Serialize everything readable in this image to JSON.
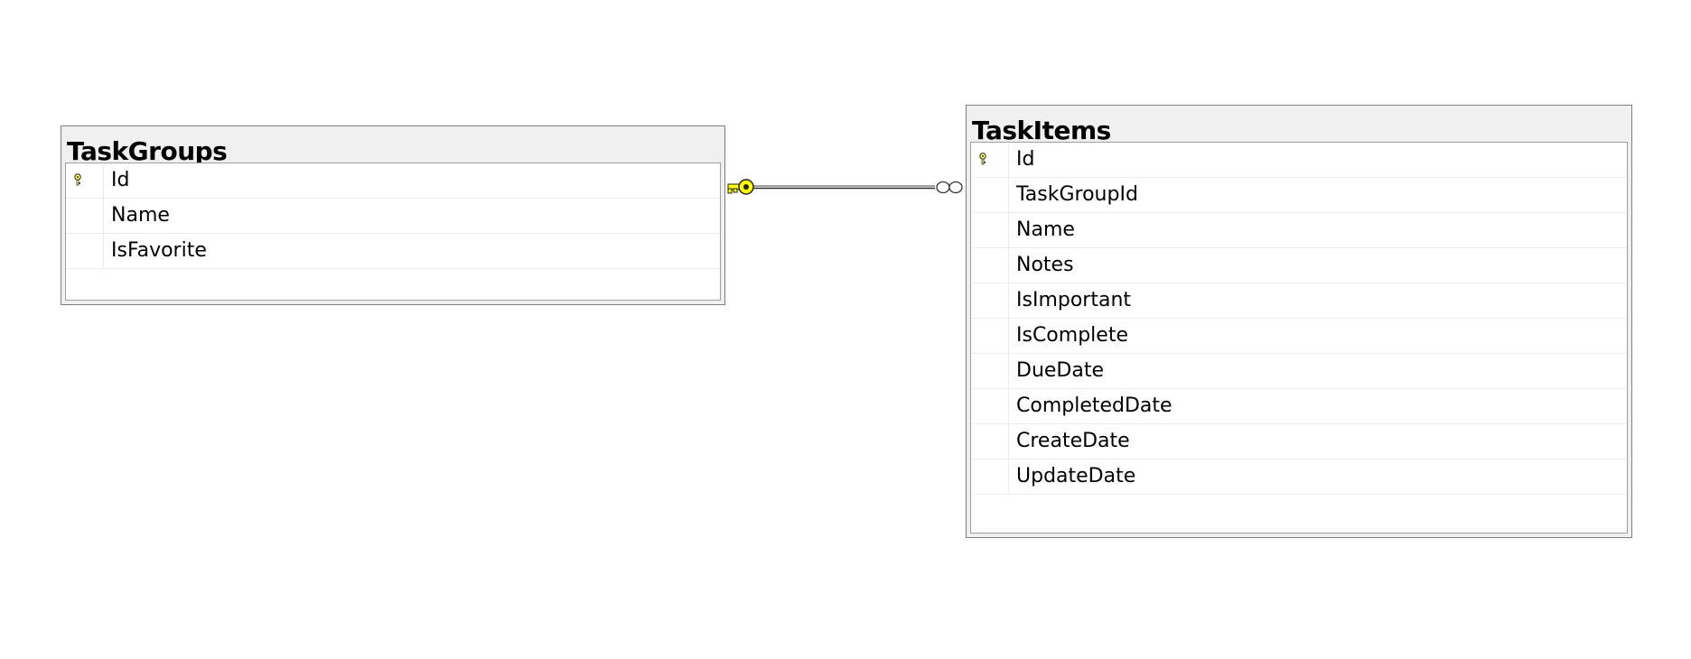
{
  "diagram": {
    "entities": [
      {
        "title": "TaskGroups",
        "columns": [
          {
            "name": "Id",
            "primary_key": true
          },
          {
            "name": "Name",
            "primary_key": false
          },
          {
            "name": "IsFavorite",
            "primary_key": false
          }
        ]
      },
      {
        "title": "TaskItems",
        "columns": [
          {
            "name": "Id",
            "primary_key": true
          },
          {
            "name": "TaskGroupId",
            "primary_key": false
          },
          {
            "name": "Name",
            "primary_key": false
          },
          {
            "name": "Notes",
            "primary_key": false
          },
          {
            "name": "IsImportant",
            "primary_key": false
          },
          {
            "name": "IsComplete",
            "primary_key": false
          },
          {
            "name": "DueDate",
            "primary_key": false
          },
          {
            "name": "CompletedDate",
            "primary_key": false
          },
          {
            "name": "CreateDate",
            "primary_key": false
          },
          {
            "name": "UpdateDate",
            "primary_key": false
          }
        ]
      }
    ],
    "relationship": {
      "from": "TaskGroups",
      "to": "TaskItems",
      "from_end": "one (key)",
      "to_end": "many (infinity)",
      "key_color": "#ffff00"
    }
  }
}
